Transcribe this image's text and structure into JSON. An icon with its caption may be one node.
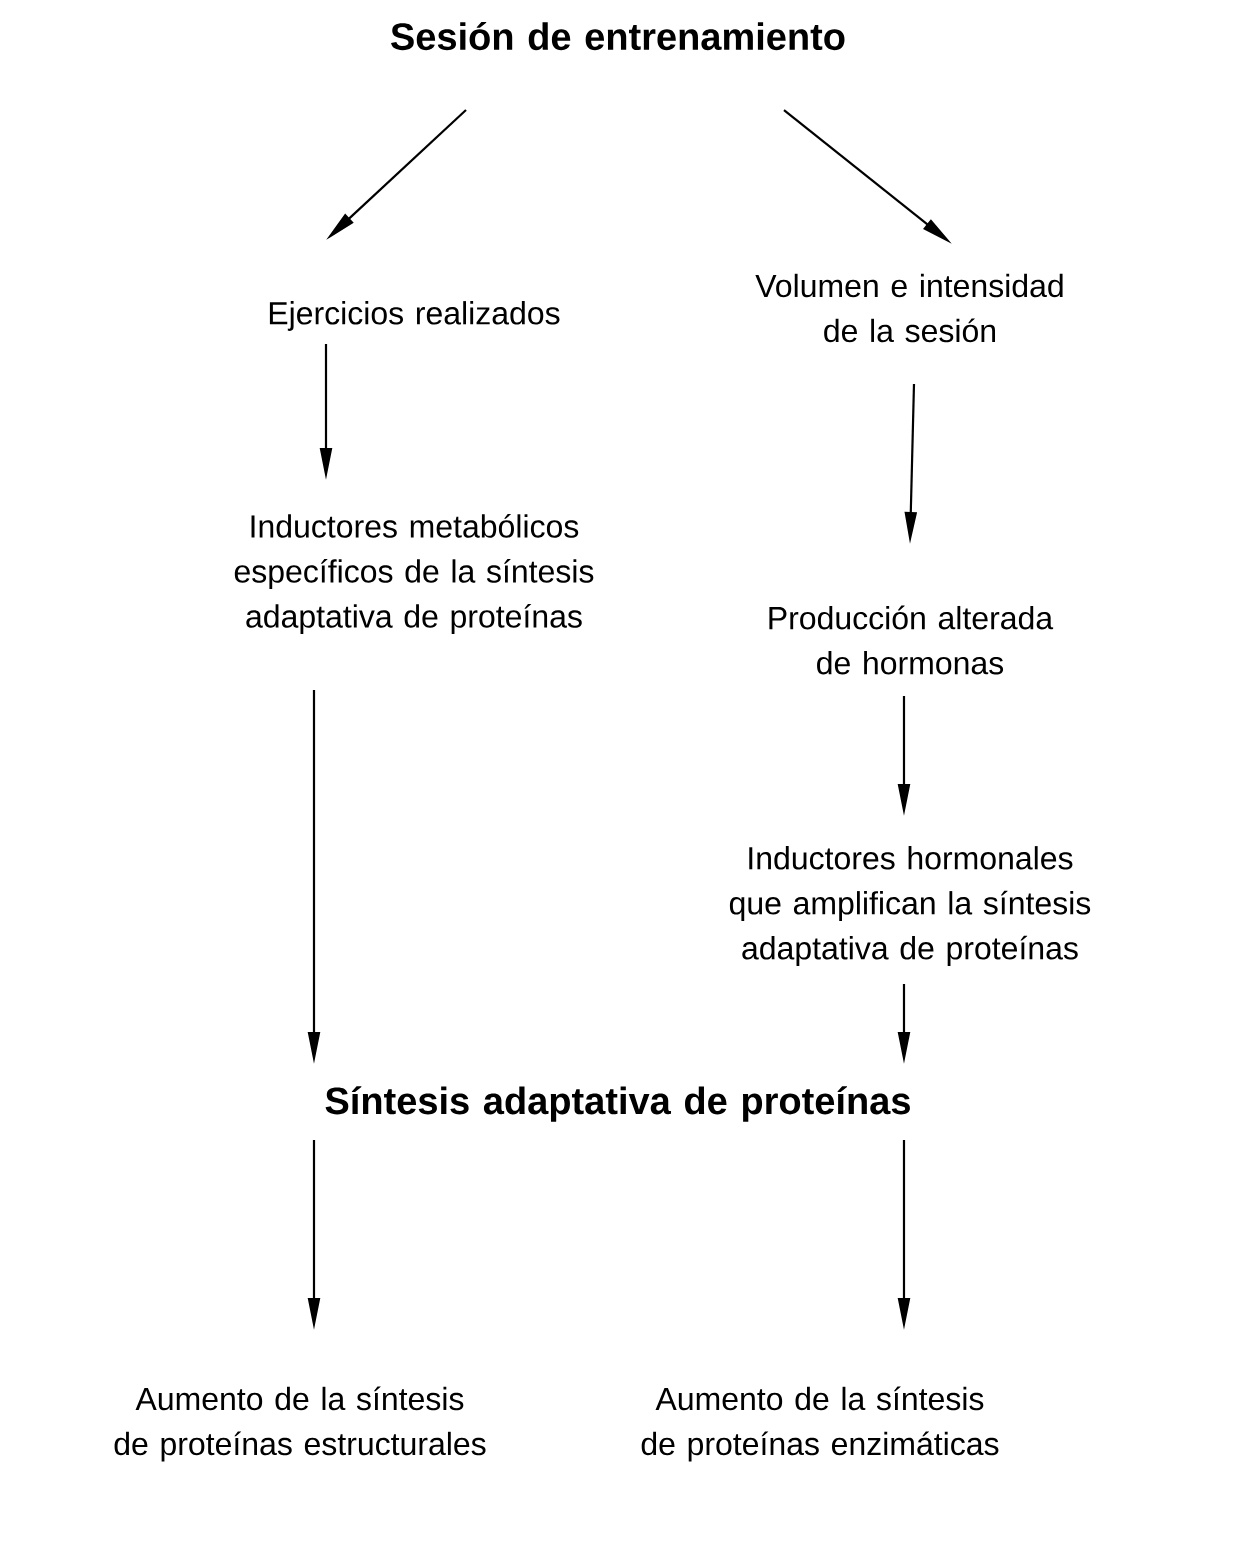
{
  "diagram": {
    "nodes": [
      {
        "text": [
          "Sesión de entrenamiento"
        ]
      },
      {
        "text": [
          "Ejercicios realizados"
        ]
      },
      {
        "text": [
          "Volumen e intensidad de la sesión"
        ]
      },
      {
        "text": [
          "Inductores metabólicos específicos de la síntesis adaptativa de proteínas"
        ]
      },
      {
        "text": [
          "Producción alterada de hormonas"
        ]
      },
      {
        "text": [
          "Inductores hormonales que amplifican la síntesis adaptativa de proteínas"
        ]
      },
      {
        "text": [
          "Síntesis adaptativa de proteínas"
        ]
      },
      {
        "text": [
          "Aumento de la síntesis de proteínas estructurales"
        ]
      },
      {
        "text": [
          "Aumento de la síntesis de proteínas enzimáticas"
        ]
      }
    ],
    "edges": [
      {
        "from": 0,
        "to": 1,
        "arrow": "to"
      },
      {
        "from": 0,
        "to": 2,
        "arrow": "to"
      },
      {
        "from": 1,
        "to": 3,
        "arrow": "to"
      },
      {
        "from": 2,
        "to": 4,
        "arrow": "to"
      },
      {
        "from": 4,
        "to": 5,
        "arrow": "to"
      },
      {
        "from": 3,
        "to": 6,
        "arrow": "to"
      },
      {
        "from": 5,
        "to": 6,
        "arrow": "to"
      },
      {
        "from": 6,
        "to": 7,
        "arrow": "to"
      },
      {
        "from": 6,
        "to": 8,
        "arrow": "to"
      }
    ]
  }
}
